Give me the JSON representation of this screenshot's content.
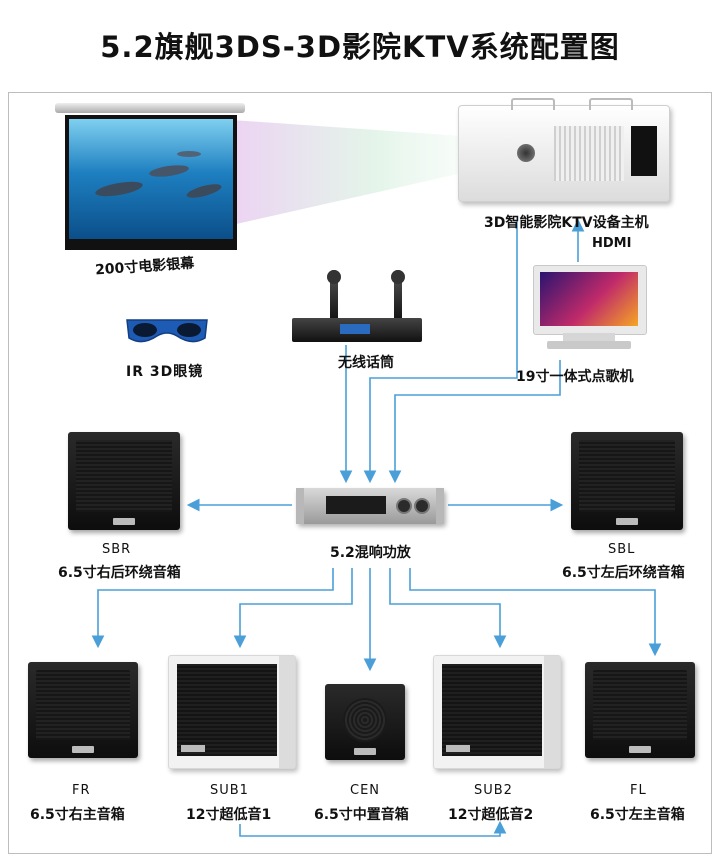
{
  "title": "5.2旗舰3DS-3D影院KTV系统配置图",
  "equipment": {
    "screen": "200寸电影银幕",
    "glasses": "IR 3D眼镜",
    "microphone": "无线话筒",
    "host": "3D智能影院KTV设备主机",
    "hdmi": "HDMI",
    "jukebox": "19寸一体式点歌机",
    "amplifier": "5.2混响功放"
  },
  "speakers": {
    "sbr": {
      "code": "SBR",
      "name": "6.5寸右后环绕音箱"
    },
    "sbl": {
      "code": "SBL",
      "name": "6.5寸左后环绕音箱"
    },
    "fr": {
      "code": "FR",
      "name": "6.5寸右主音箱"
    },
    "sub1": {
      "code": "SUB1",
      "name": "12寸超低音1"
    },
    "cen": {
      "code": "CEN",
      "name": "6.5寸中置音箱"
    },
    "sub2": {
      "code": "SUB2",
      "name": "12寸超低音2"
    },
    "fl": {
      "code": "FL",
      "name": "6.5寸左主音箱"
    }
  },
  "colors": {
    "wire": "#4a9fd8",
    "frame": "#bdbdbd",
    "text": "#111111"
  }
}
